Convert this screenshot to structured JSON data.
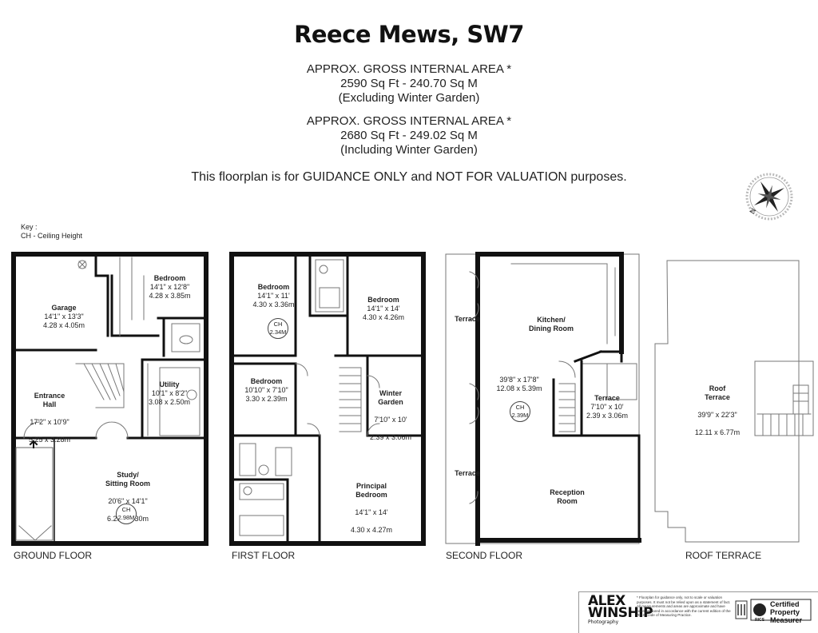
{
  "title": "Reece Mews, SW7",
  "area_excl": {
    "heading": "APPROX. GROSS INTERNAL  AREA *",
    "size": "2590 Sq Ft  -  240.70 Sq M",
    "note": "(Excluding Winter Garden)"
  },
  "area_incl": {
    "heading": "APPROX. GROSS INTERNAL  AREA *",
    "size": "2680 Sq Ft  -  249.02 Sq M",
    "note": "(Including Winter Garden)"
  },
  "disclaimer": "This floorplan is for GUIDANCE ONLY and NOT FOR VALUATION purposes.",
  "key": {
    "title": "Key :",
    "item": "CH - Ceiling Height"
  },
  "compass": {
    "letter": "N",
    "icon": "compass-rose-icon"
  },
  "floors": {
    "ground": {
      "label": "GROUND FLOOR",
      "rooms": [
        {
          "name": "Garage",
          "dims": "14'1\" x 13'3\"",
          "metric": "4.28 x 4.05m"
        },
        {
          "name": "Bedroom",
          "dims": "14'1\" x 12'8\"",
          "metric": "4.28 x 3.85m"
        },
        {
          "name": "Entrance\nHall",
          "dims": "17'2\" x 10'9\"",
          "metric": "5.25 x 3.28m"
        },
        {
          "name": "Utility",
          "dims": "10'1\" x 8'2\"",
          "metric": "3.08 x 2.50m"
        },
        {
          "name": "Study/\nSitting Room",
          "dims": "20'6\" x 14'1\"",
          "metric": "6.25 x 4.30m"
        }
      ],
      "ch": {
        "label": "CH",
        "value": "2.98M"
      }
    },
    "first": {
      "label": "FIRST FLOOR",
      "rooms": [
        {
          "name": "Bedroom",
          "dims": "14'1\" x 11'",
          "metric": "4.30 x 3.36m"
        },
        {
          "name": "Bedroom",
          "dims": "14'1\" x 14'",
          "metric": "4.30 x 4.26m"
        },
        {
          "name": "Bedroom",
          "dims": "10'10\" x 7'10\"",
          "metric": "3.30 x 2.39m"
        },
        {
          "name": "Winter\nGarden",
          "dims": "7'10\" x 10'",
          "metric": "2.39 x 3.06m"
        },
        {
          "name": "Principal\nBedroom",
          "dims": "14'1\" x 14'",
          "metric": "4.30 x 4.27m"
        }
      ],
      "ch": {
        "label": "CH",
        "value": "2.34M"
      }
    },
    "second": {
      "label": "SECOND FLOOR",
      "rooms": [
        {
          "name": "Kitchen/\nDining Room",
          "dims": "",
          "metric": ""
        },
        {
          "name": "Terrace",
          "dims": "",
          "metric": ""
        },
        {
          "name": "",
          "dims": "39'8\" x 17'8\"",
          "metric": "12.08 x 5.39m"
        },
        {
          "name": "Terrace",
          "dims": "7'10\" x 10'",
          "metric": "2.39 x 3.06m"
        },
        {
          "name": "Terrace",
          "dims": "",
          "metric": ""
        },
        {
          "name": "Reception\nRoom",
          "dims": "",
          "metric": ""
        }
      ],
      "ch": {
        "label": "CH",
        "value": "2.39M"
      }
    },
    "roof": {
      "label": "ROOF TERRACE",
      "rooms": [
        {
          "name": "Roof\nTerrace",
          "dims": "39'9\" x 22'3\"",
          "metric": "12.11 x 6.77m"
        }
      ]
    }
  },
  "footer": {
    "brand_line1": "ALEX",
    "brand_line2": "WINSHIP",
    "brand_sub": "Photography",
    "fine_print": "* Floorplan for guidance only, not to scale or valuation purposes. It must not be relied upon as a statement of fact. All measurements and areas are approximate and have been prepared in accordance with the current edition of the RICS Code of Measuring Practice.",
    "rics": "RICS",
    "cert_line1": "Certified",
    "cert_line2": "Property",
    "cert_line3": "Measurer"
  }
}
